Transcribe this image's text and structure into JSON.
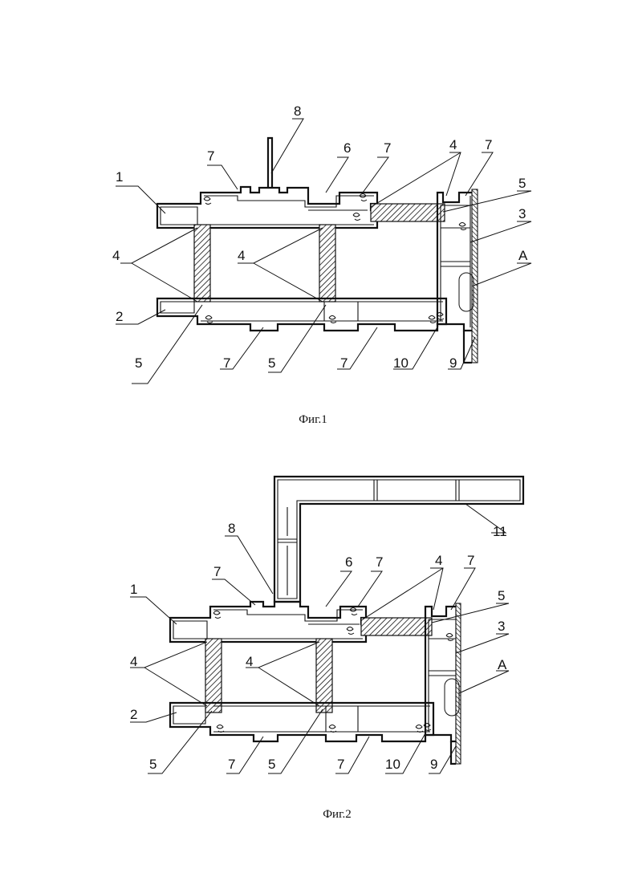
{
  "figures": [
    {
      "caption": "Фиг.1",
      "labels": {
        "l1": "1",
        "l2": "2",
        "l3": "3",
        "lA": "A",
        "l4a": "4",
        "l4b": "4",
        "l4c": "4",
        "l5a": "5",
        "l5b": "5",
        "l5c": "5",
        "l6": "6",
        "l7a": "7",
        "l7b": "7",
        "l7c": "7",
        "l7d": "7",
        "l7e": "7",
        "l8": "8",
        "l9": "9",
        "l10": "10"
      }
    },
    {
      "caption": "Фиг.2",
      "labels": {
        "l1": "1",
        "l2": "2",
        "l3": "3",
        "lA": "A",
        "l4a": "4",
        "l4b": "4",
        "l4c": "4",
        "l5a": "5",
        "l5b": "5",
        "l5c": "5",
        "l6": "6",
        "l7a": "7",
        "l7b": "7",
        "l7c": "7",
        "l7d": "7",
        "l7e": "7",
        "l8": "8",
        "l9": "9",
        "l10": "10",
        "l11": "11"
      }
    }
  ]
}
